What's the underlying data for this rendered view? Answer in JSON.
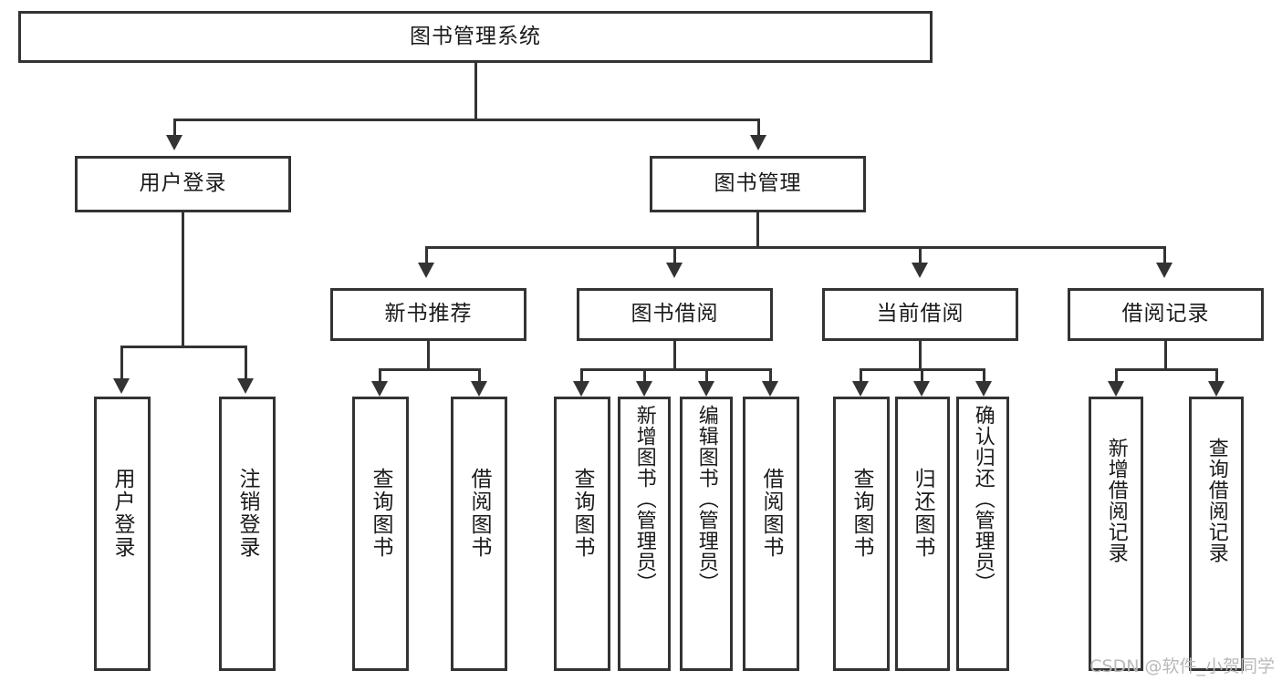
{
  "diagram": {
    "title": "图书管理系统",
    "background_color": "#ffffff",
    "line_color": "#333333",
    "text_color": "#1a1a1a",
    "type": "tree-hierarchy-functional-structure"
  },
  "root": {
    "label": "图书管理系统"
  },
  "level2": [
    {
      "label": "用户登录"
    },
    {
      "label": "图书管理"
    }
  ],
  "level3": [
    {
      "label": "新书推荐"
    },
    {
      "label": "图书借阅"
    },
    {
      "label": "当前借阅"
    },
    {
      "label": "借阅记录"
    }
  ],
  "leaves": {
    "user_login": [
      {
        "label": "用户登录"
      },
      {
        "label": "注销登录"
      }
    ],
    "new_book_recommend": [
      {
        "label": "查询图书"
      },
      {
        "label": "借阅图书"
      }
    ],
    "book_borrow": [
      {
        "label": "查询图书"
      },
      {
        "label": "新增图书（管理员）"
      },
      {
        "label": "编辑图书（管理员）"
      },
      {
        "label": "借阅图书"
      }
    ],
    "current_borrow": [
      {
        "label": "查询图书"
      },
      {
        "label": "归还图书"
      },
      {
        "label": "确认归还（管理员）"
      }
    ],
    "borrow_record": [
      {
        "label": "新增借阅记录"
      },
      {
        "label": "查询借阅记录"
      }
    ]
  },
  "watermark": {
    "text": "CSDN @软件_小贺同学"
  }
}
